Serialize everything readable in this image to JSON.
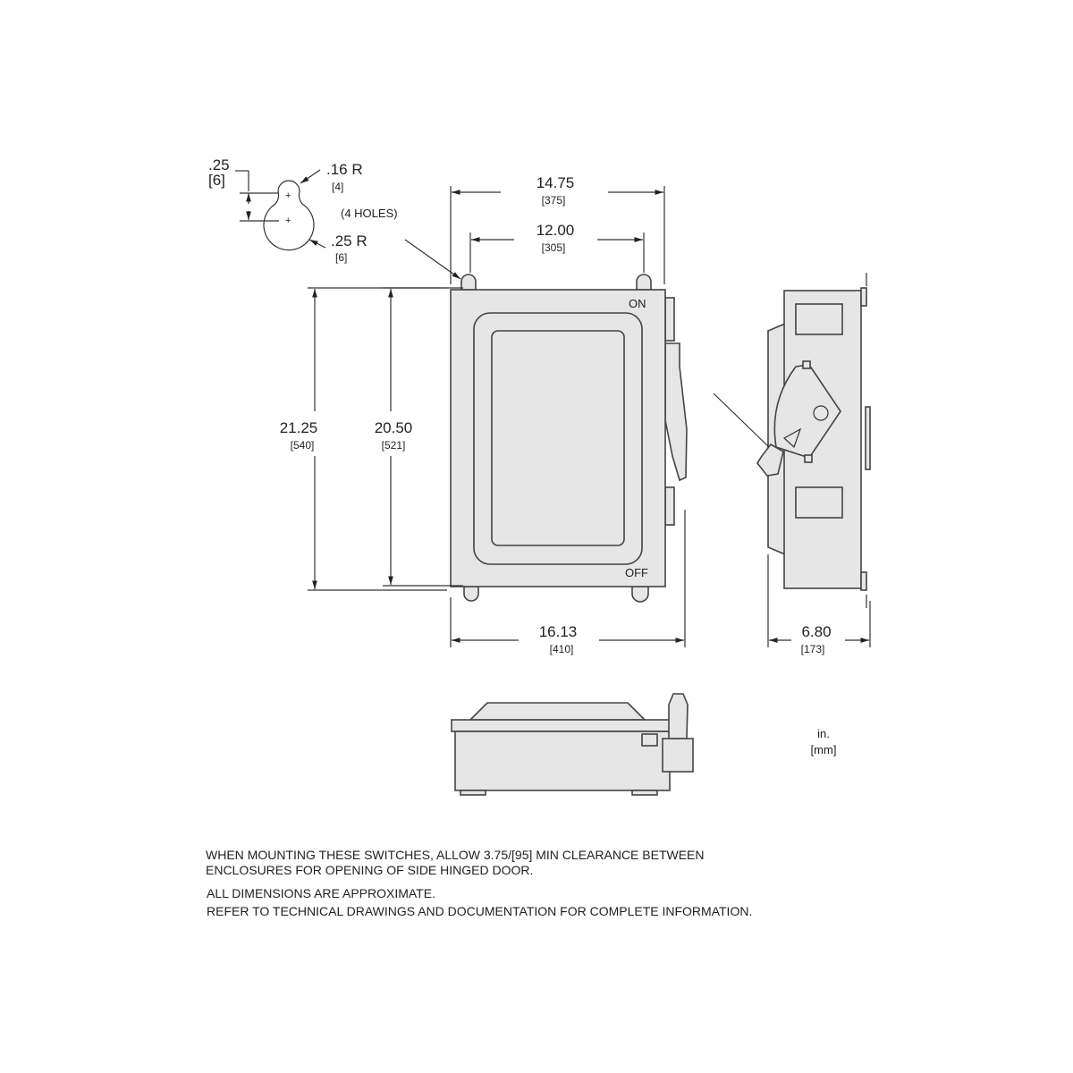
{
  "keyhole": {
    "offset": ".25",
    "offset_mm": "[6]",
    "small_radius": ".16 R",
    "small_radius_mm": "[4]",
    "large_radius": ".25 R",
    "large_radius_mm": "[6]",
    "holes_note": "(4 HOLES)"
  },
  "front_view": {
    "on_label": "ON",
    "off_label": "OFF",
    "width_overall": "14.75",
    "width_overall_mm": "[375]",
    "hole_spacing_h": "12.00",
    "hole_spacing_h_mm": "[305]",
    "width_with_handle": "16.13",
    "width_with_handle_mm": "[410]",
    "height_overall": "21.25",
    "height_overall_mm": "[540]",
    "hole_spacing_v": "20.50",
    "hole_spacing_v_mm": "[521]"
  },
  "side_view": {
    "depth": "6.80",
    "depth_mm": "[173]"
  },
  "units": {
    "primary": "in.",
    "secondary": "[mm]"
  },
  "notes": [
    "WHEN MOUNTING THESE SWITCHES, ALLOW 3.75/[95] MIN CLEARANCE BETWEEN",
    "ENCLOSURES FOR OPENING OF SIDE HINGED DOOR.",
    "ALL DIMENSIONS ARE APPROXIMATE.",
    "REFER TO TECHNICAL DRAWINGS AND DOCUMENTATION FOR COMPLETE INFORMATION."
  ]
}
